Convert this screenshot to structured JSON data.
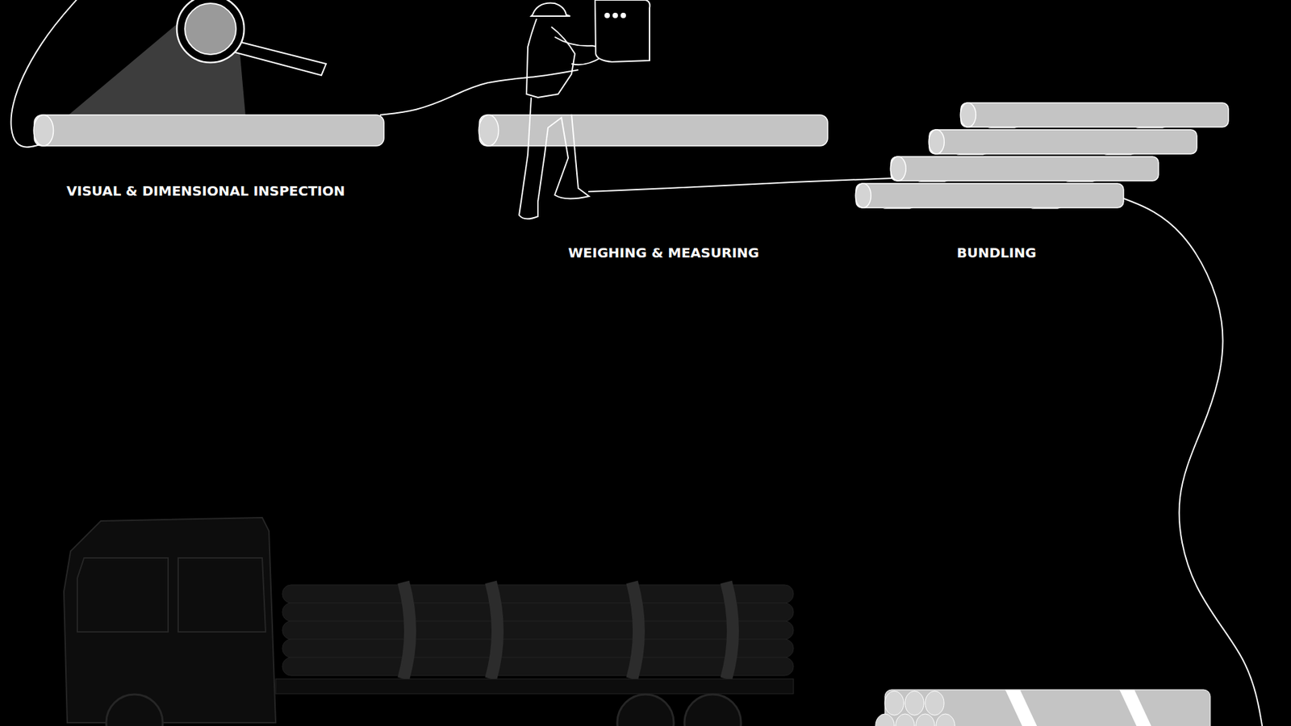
{
  "diagram": {
    "labels": [
      "VISUAL & DIMENSIONAL INSPECTION",
      "WEIGHING & MEASURING",
      "BUNDLING"
    ]
  }
}
